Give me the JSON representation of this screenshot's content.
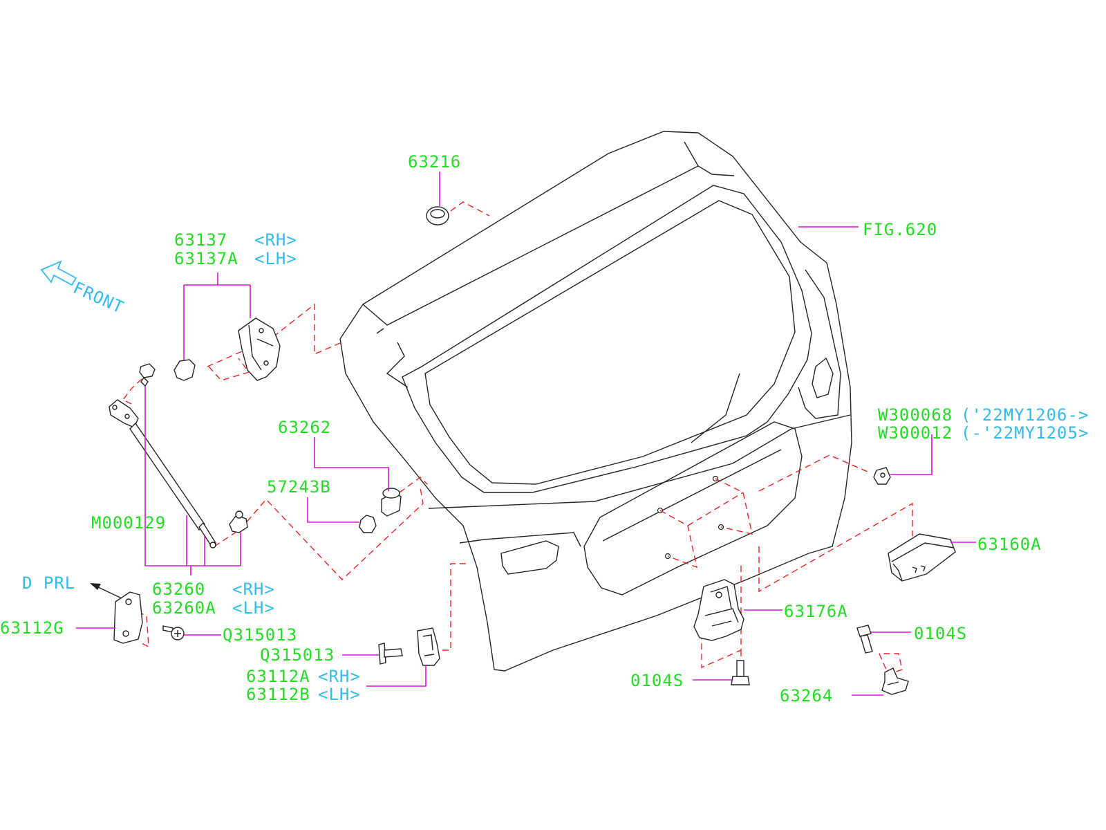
{
  "labels": {
    "p63216": "63216",
    "fig620": "FIG.620",
    "p63137": "63137",
    "p63137_rh": "<RH>",
    "p63137a": "63137A",
    "p63137a_lh": "<LH>",
    "front": "FRONT",
    "p63262": "63262",
    "p57243b": "57243B",
    "m000129": "M000129",
    "p63260": "63260",
    "p63260_rh": "<RH>",
    "p63260a": "63260A",
    "p63260a_lh": "<LH>",
    "dprl": "D PRL",
    "p63112g": "63112G",
    "q315013_a": "Q315013",
    "q315013_b": "Q315013",
    "p63112a": "63112A",
    "p63112a_rh": "<RH>",
    "p63112b": "63112B",
    "p63112b_lh": "<LH>",
    "w300068": "W300068",
    "w300068_range": "('22MY1206->",
    "w300012": "W300012",
    "w300012_range": "(-'22MY1205>",
    "p63160a": "63160A",
    "p63176a": "63176A",
    "p0104s_a": "0104S",
    "p0104s_b": "0104S",
    "p63264": "63264"
  },
  "colors": {
    "part_number": "#22dd22",
    "suffix": "#33bbee",
    "leader": "#dd11dd",
    "dashed_link": "#ee2222",
    "outline": "#222222"
  }
}
